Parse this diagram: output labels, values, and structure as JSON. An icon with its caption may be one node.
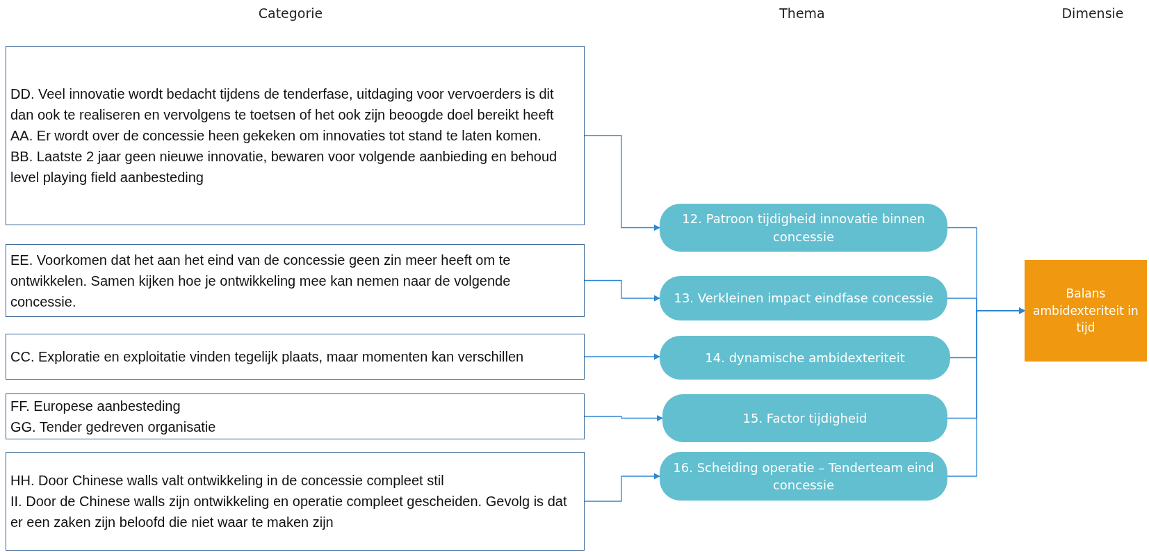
{
  "diagram": {
    "nodes": [
      {
        "text": [
          "DD. Veel innovatie wordt bedacht tijdens de tenderfase, uitdaging voor vervoerders is dit dan ook te realiseren en vervolgens te toetsen of het ook zijn beoogde doel bereikt heeft",
          "AA. Er wordt over de concessie heen gekeken om innovaties tot stand te laten komen.",
          "BB. Laatste 2 jaar geen nieuwe innovatie, bewaren voor volgende aanbieding en behoud level playing field aanbesteding"
        ]
      },
      {
        "text": [
          "EE. Voorkomen dat het aan het eind van de concessie geen zin meer heeft om te ontwikkelen. Samen kijken hoe je ontwikkeling mee kan nemen naar de volgende concessie."
        ]
      },
      {
        "text": [
          "CC. Exploratie en exploitatie vinden tegelijk plaats, maar momenten kan verschillen"
        ]
      },
      {
        "text": [
          "FF. Europese aanbesteding",
          "GG. Tender gedreven organisatie"
        ]
      },
      {
        "text": [
          "HH. Door Chinese walls valt ontwikkeling in de concessie compleet stil",
          "II. Door de Chinese walls zijn ontwikkeling en operatie compleet gescheiden. Gevolg is dat er een zaken zijn beloofd die niet waar te maken zijn"
        ]
      },
      {
        "text": [
          "12. Patroon tijdigheid innovatie binnen concessie"
        ]
      },
      {
        "text": [
          "13. Verkleinen impact eindfase concessie"
        ]
      },
      {
        "text": [
          "14. dynamische ambidexteriteit"
        ]
      },
      {
        "text": [
          "15. Factor tijdigheid"
        ]
      },
      {
        "text": [
          "16. Scheiding operatie – Tenderteam eind concessie"
        ]
      },
      {
        "text": [
          "Balans ambidexteriteit in tijd"
        ]
      }
    ],
    "edges": [
      {
        "from": 0,
        "to": 5,
        "arrow": "to"
      },
      {
        "from": 1,
        "to": 6,
        "arrow": "to"
      },
      {
        "from": 2,
        "to": 7,
        "arrow": "to"
      },
      {
        "from": 3,
        "to": 8,
        "arrow": "to"
      },
      {
        "from": 4,
        "to": 9,
        "arrow": "to"
      },
      {
        "from": 5,
        "to": 10,
        "arrow": "to"
      },
      {
        "from": 6,
        "to": 10,
        "arrow": "to"
      },
      {
        "from": 7,
        "to": 10,
        "arrow": "to"
      },
      {
        "from": 8,
        "to": 10,
        "arrow": "to"
      },
      {
        "from": 9,
        "to": 10,
        "arrow": "to"
      }
    ],
    "labels": [
      "Categorie",
      "Thema",
      "Dimensie"
    ]
  }
}
